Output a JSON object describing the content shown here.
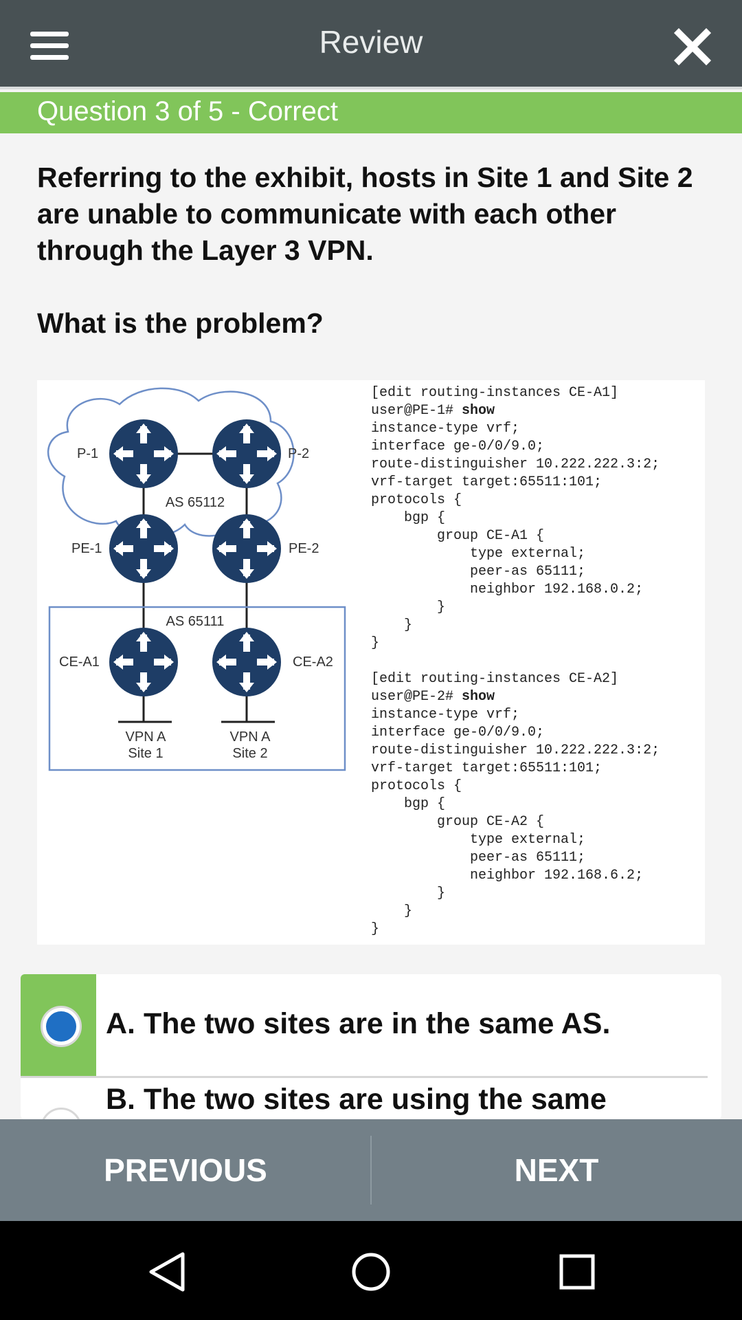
{
  "appbar": {
    "title": "Review",
    "menu_icon": "hamburger-menu-icon",
    "close_icon": "close-icon"
  },
  "status": {
    "text": "Question 3 of 5 - Correct",
    "color": "#81c55a"
  },
  "question": {
    "text": "Referring to the exhibit, hosts in Site 1 and Site 2 are unable to communicate with each other through the Layer 3 VPN.",
    "prompt": "What is the problem?"
  },
  "exhibit": {
    "diagram": {
      "p1": "P-1",
      "p2": "P-2",
      "pe1": "PE-1",
      "pe2": "PE-2",
      "ce_a1": "CE-A1",
      "ce_a2": "CE-A2",
      "as_provider": "AS 65112",
      "as_customer": "AS 65111",
      "site1_line1": "VPN A",
      "site1_line2": "Site 1",
      "site2_line1": "VPN A",
      "site2_line2": "Site 2"
    },
    "config1": {
      "header": "[edit routing-instances CE-A1]",
      "prompt": "user@PE-1#",
      "command": "show",
      "lines": [
        "instance-type vrf;",
        "interface ge-0/0/9.0;",
        "route-distinguisher 10.222.222.3:2;",
        "vrf-target target:65511:101;",
        "protocols {",
        "    bgp {",
        "        group CE-A1 {",
        "            type external;",
        "            peer-as 65111;",
        "            neighbor 192.168.0.2;",
        "        }",
        "    }",
        "}"
      ]
    },
    "config2": {
      "header": "[edit routing-instances CE-A2]",
      "prompt": "user@PE-2#",
      "command": "show",
      "lines": [
        "instance-type vrf;",
        "interface ge-0/0/9.0;",
        "route-distinguisher 10.222.222.3:2;",
        "vrf-target target:65511:101;",
        "protocols {",
        "    bgp {",
        "        group CE-A2 {",
        "            type external;",
        "            peer-as 65111;",
        "            neighbor 192.168.6.2;",
        "        }",
        "    }",
        "}"
      ]
    }
  },
  "options": [
    {
      "label": "A. The two sites are in the same AS.",
      "selected": true
    },
    {
      "label": "B. The two sites are using the same",
      "selected": false
    }
  ],
  "nav": {
    "previous": "PREVIOUS",
    "next": "NEXT"
  },
  "colors": {
    "appbar": "#485154",
    "accent_green": "#81c55a",
    "bottom_nav": "#738088",
    "radio_selected": "#1f6fc4",
    "router_blue": "#1e3d66"
  }
}
